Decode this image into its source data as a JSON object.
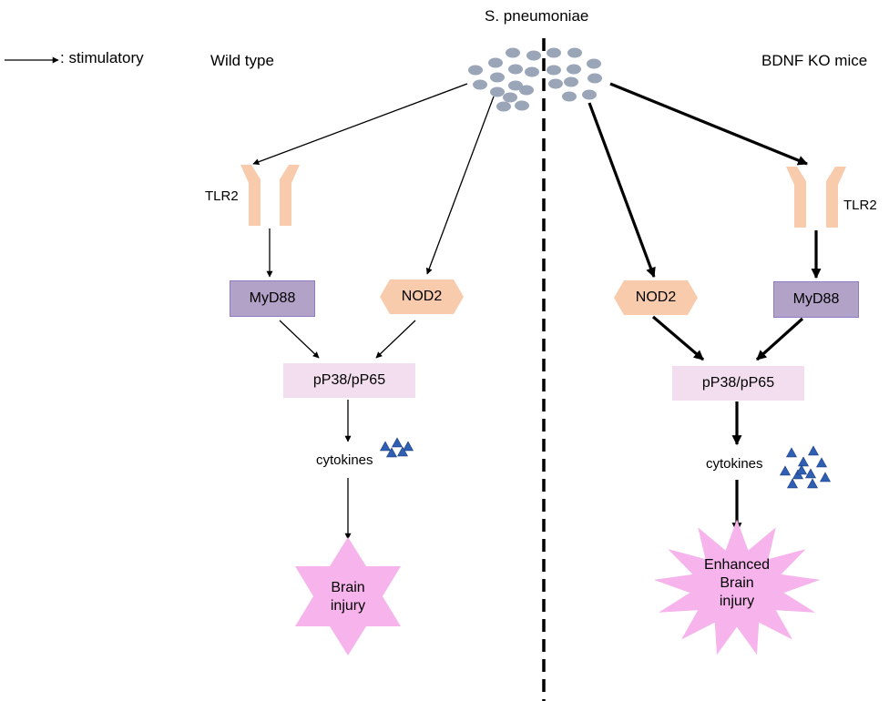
{
  "legend": {
    "label": ": stimulatory"
  },
  "top": {
    "pathogen": "S. pneumoniae"
  },
  "wild_type": {
    "title": "Wild type",
    "tlr2": "TLR2",
    "myd88": "MyD88",
    "nod2": "NOD2",
    "pp": "pP38/pP65",
    "cytokines": "cytokines",
    "outcome": [
      "Brain",
      "injury"
    ]
  },
  "ko": {
    "title": "BDNF KO mice",
    "tlr2": "TLR2",
    "myd88": "MyD88",
    "nod2": "NOD2",
    "pp": "pP38/pP65",
    "cytokines": "cytokines",
    "outcome": [
      "Enhanced",
      "Brain",
      "injury"
    ]
  },
  "colors": {
    "receptor": "#f8cbad",
    "myd88": "#b3a2c7",
    "nod2": "#f8cbad",
    "pp": "#f3def0",
    "burst": "#f6b3ec",
    "bacteria": "#9aa6b8",
    "cytokine": "#2f5fb3"
  }
}
